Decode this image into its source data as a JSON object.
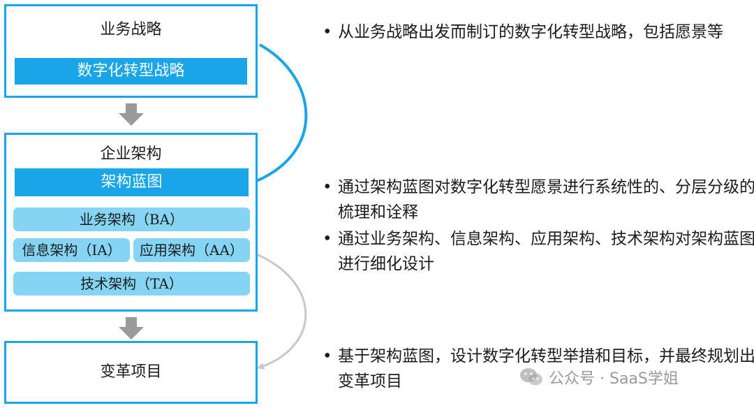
{
  "diagram": {
    "business_strategy": {
      "title": "业务战略",
      "bar": "数字化转型战略"
    },
    "enterprise_architecture": {
      "title": "企业架构",
      "blueprint": "架构蓝图",
      "ba": "业务架构（BA）",
      "ia": "信息架构（IA）",
      "aa": "应用架构（AA）",
      "ta": "技术架构（TA）"
    },
    "transformation": {
      "title": "变革项目"
    },
    "notes": [
      {
        "bullet": "•",
        "text": "从业务战略出发而制订的数字化转型战略，包括愿景等"
      },
      {
        "bullet": "•",
        "text": "通过架构蓝图对数字化转型愿景进行系统性的、分层分级的梳理和诠释"
      },
      {
        "bullet": "•",
        "text": "通过业务架构、信息架构、应用架构、技术架构对架构蓝图进行细化设计"
      },
      {
        "bullet": "•",
        "text": "基于架构蓝图，设计数字化转型举措和目标，并最终规划出变革项目"
      }
    ],
    "colors": {
      "accent": "#1aa5e8",
      "light": "#86d4f4",
      "arrow_gray": "#9a9a9a",
      "curve_gray": "#c8c8c8"
    }
  },
  "watermark": {
    "icon": "wechat-icon",
    "text": "公众号 · SaaS学姐"
  }
}
